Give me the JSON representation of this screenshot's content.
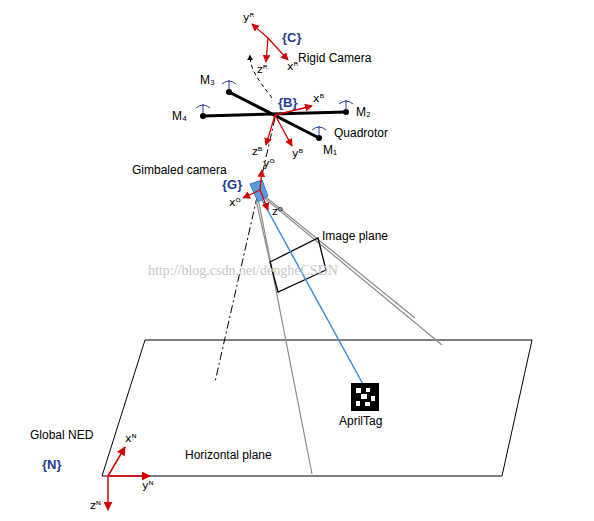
{
  "diagram": {
    "labels": [
      "{C}",
      "Rigid Camera",
      "yᴿ",
      "zᴿ",
      "xᴿ",
      "M₃",
      "{B}",
      "xᴮ",
      "M₄",
      "M₂",
      "zᴮ",
      "yᴮ",
      "M₁",
      "Quadrotor",
      "Gimbaled camera",
      "yᴳ",
      "{G}",
      "xᴳ",
      "zᴳ",
      "Image plane",
      "http://blog.csdn.net/dengheCSDN",
      "AprilTag",
      "Global NED",
      "xᴺ",
      "{N}",
      "Horizontal plane",
      "yᴺ",
      "zᴺ"
    ]
  }
}
